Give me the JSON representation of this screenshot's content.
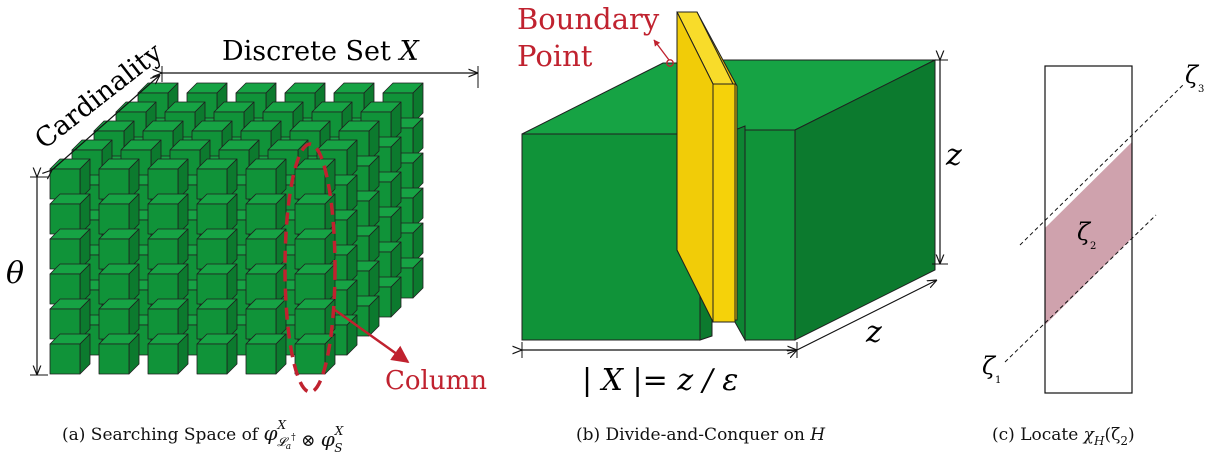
{
  "colors": {
    "cube_front": "#109339",
    "cube_top": "#16a344",
    "cube_side": "#0c7a2e",
    "edge": "#1f1f1f",
    "accent_red": "#c0222f",
    "bar_yellow": "#f5d20a",
    "region_pink": "#cfa2ad"
  },
  "panel_a": {
    "label_cardinality": "Cardinality",
    "label_discrete_set": "Discrete Set ",
    "label_discrete_set_var": "X",
    "label_theta": "θ",
    "label_column": "Column",
    "caption_prefix": "(a) Searching Space of ",
    "caption_math_phi1": "φ",
    "caption_math_sup1": "X",
    "caption_math_sub1": "𝓛",
    "caption_math_sub1b": "a",
    "caption_math_dagger": "†",
    "caption_math_otimes": " ⊗ ",
    "caption_math_phi2": "φ",
    "caption_math_sup2": "X",
    "caption_math_sub2": "S",
    "grid_rows": 6,
    "grid_cols": 6,
    "grid_depth": 5
  },
  "panel_b": {
    "label_boundary_line1": "Boundary",
    "label_boundary_line2": "Point",
    "label_z_right": "z",
    "label_z_depth": "z",
    "label_formula": "| X |= z / ε",
    "caption_prefix": "(b) Divide-and-Conquer on ",
    "caption_var": "H"
  },
  "panel_c": {
    "label_zeta1": "ζ",
    "label_zeta1_sub": "1",
    "label_zeta2": "ζ",
    "label_zeta2_sub": "2",
    "label_zeta3": "ζ",
    "label_zeta3_sub": "3",
    "caption_prefix": "(c) Locate ",
    "caption_chi": "χ",
    "caption_chi_sub": "H",
    "caption_arg": "(ζ",
    "caption_arg_sub": "2",
    "caption_close": ")"
  }
}
